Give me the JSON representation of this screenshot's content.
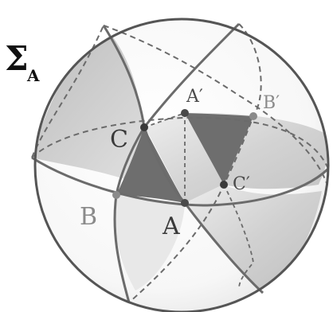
{
  "sphere_label": {
    "symbol": "Σ",
    "subscript": "A"
  },
  "points": {
    "A": "A",
    "B": "B",
    "C": "C",
    "A_prime": "A′",
    "B_prime": "B′",
    "C_prime": "C′"
  },
  "colors": {
    "sphere_outline": "#555555",
    "great_circle": "#6b6b6b",
    "lune_shade": "#c9c9c9",
    "triangle_dark": "#6e6e6e",
    "label_dark": "#3a3a3a",
    "label_gray": "#8a8a8a"
  }
}
